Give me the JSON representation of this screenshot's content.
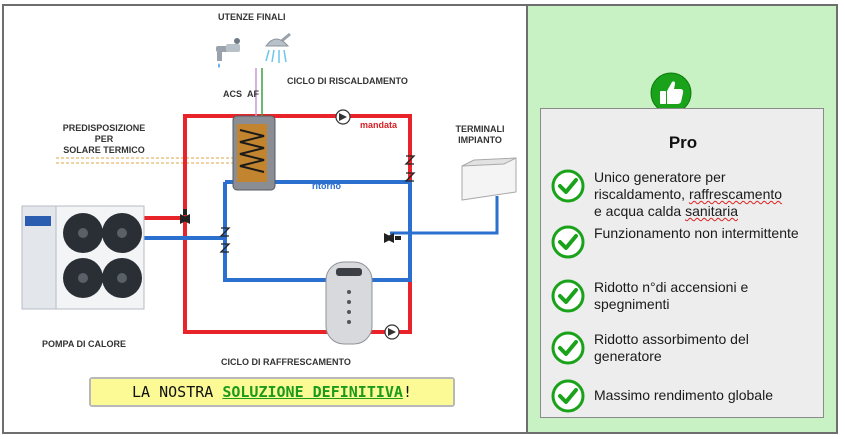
{
  "diagram": {
    "label_end_users": "UTENZE FINALI",
    "label_acs": "ACS",
    "label_af": "AF",
    "label_heating_cycle": "CICLO DI RISCALDAMENTO",
    "label_mandata": "mandata",
    "label_ritorno": "ritorno",
    "label_solar_1": "PREDISPOSIZIONE",
    "label_solar_2": "PER",
    "label_solar_3": "SOLARE TERMICO",
    "label_terminals_1": "TERMINALI",
    "label_terminals_2": "IMPIANTO",
    "label_heat_pump": "POMPA DI CALORE",
    "label_cooling_cycle": "CICLO DI RAFFRESCAMENTO",
    "colors": {
      "supply": "#e8232a",
      "return": "#2b6fcf",
      "solar": "#e6b86a"
    }
  },
  "banner": {
    "prefix": "LA NOSTRA ",
    "highlight": "SOLUZIONE DEFINITIVA",
    "suffix": "!"
  },
  "pros": {
    "icon": "thumbs-up-icon",
    "title": "Pro",
    "items": [
      {
        "line1": "Unico generatore per",
        "line2a": "riscaldamento, ",
        "line2b": "raffrescamento",
        "line3a": "e acqua calda ",
        "line3b": "sanitaria"
      },
      {
        "text": "Funzionamento non intermittente"
      },
      {
        "text": "Ridotto n°di accensioni e spegnimenti"
      },
      {
        "text": "Ridotto assorbimento del generatore"
      },
      {
        "text": "Massimo rendimento globale"
      }
    ],
    "accent": "#1aa31a"
  }
}
